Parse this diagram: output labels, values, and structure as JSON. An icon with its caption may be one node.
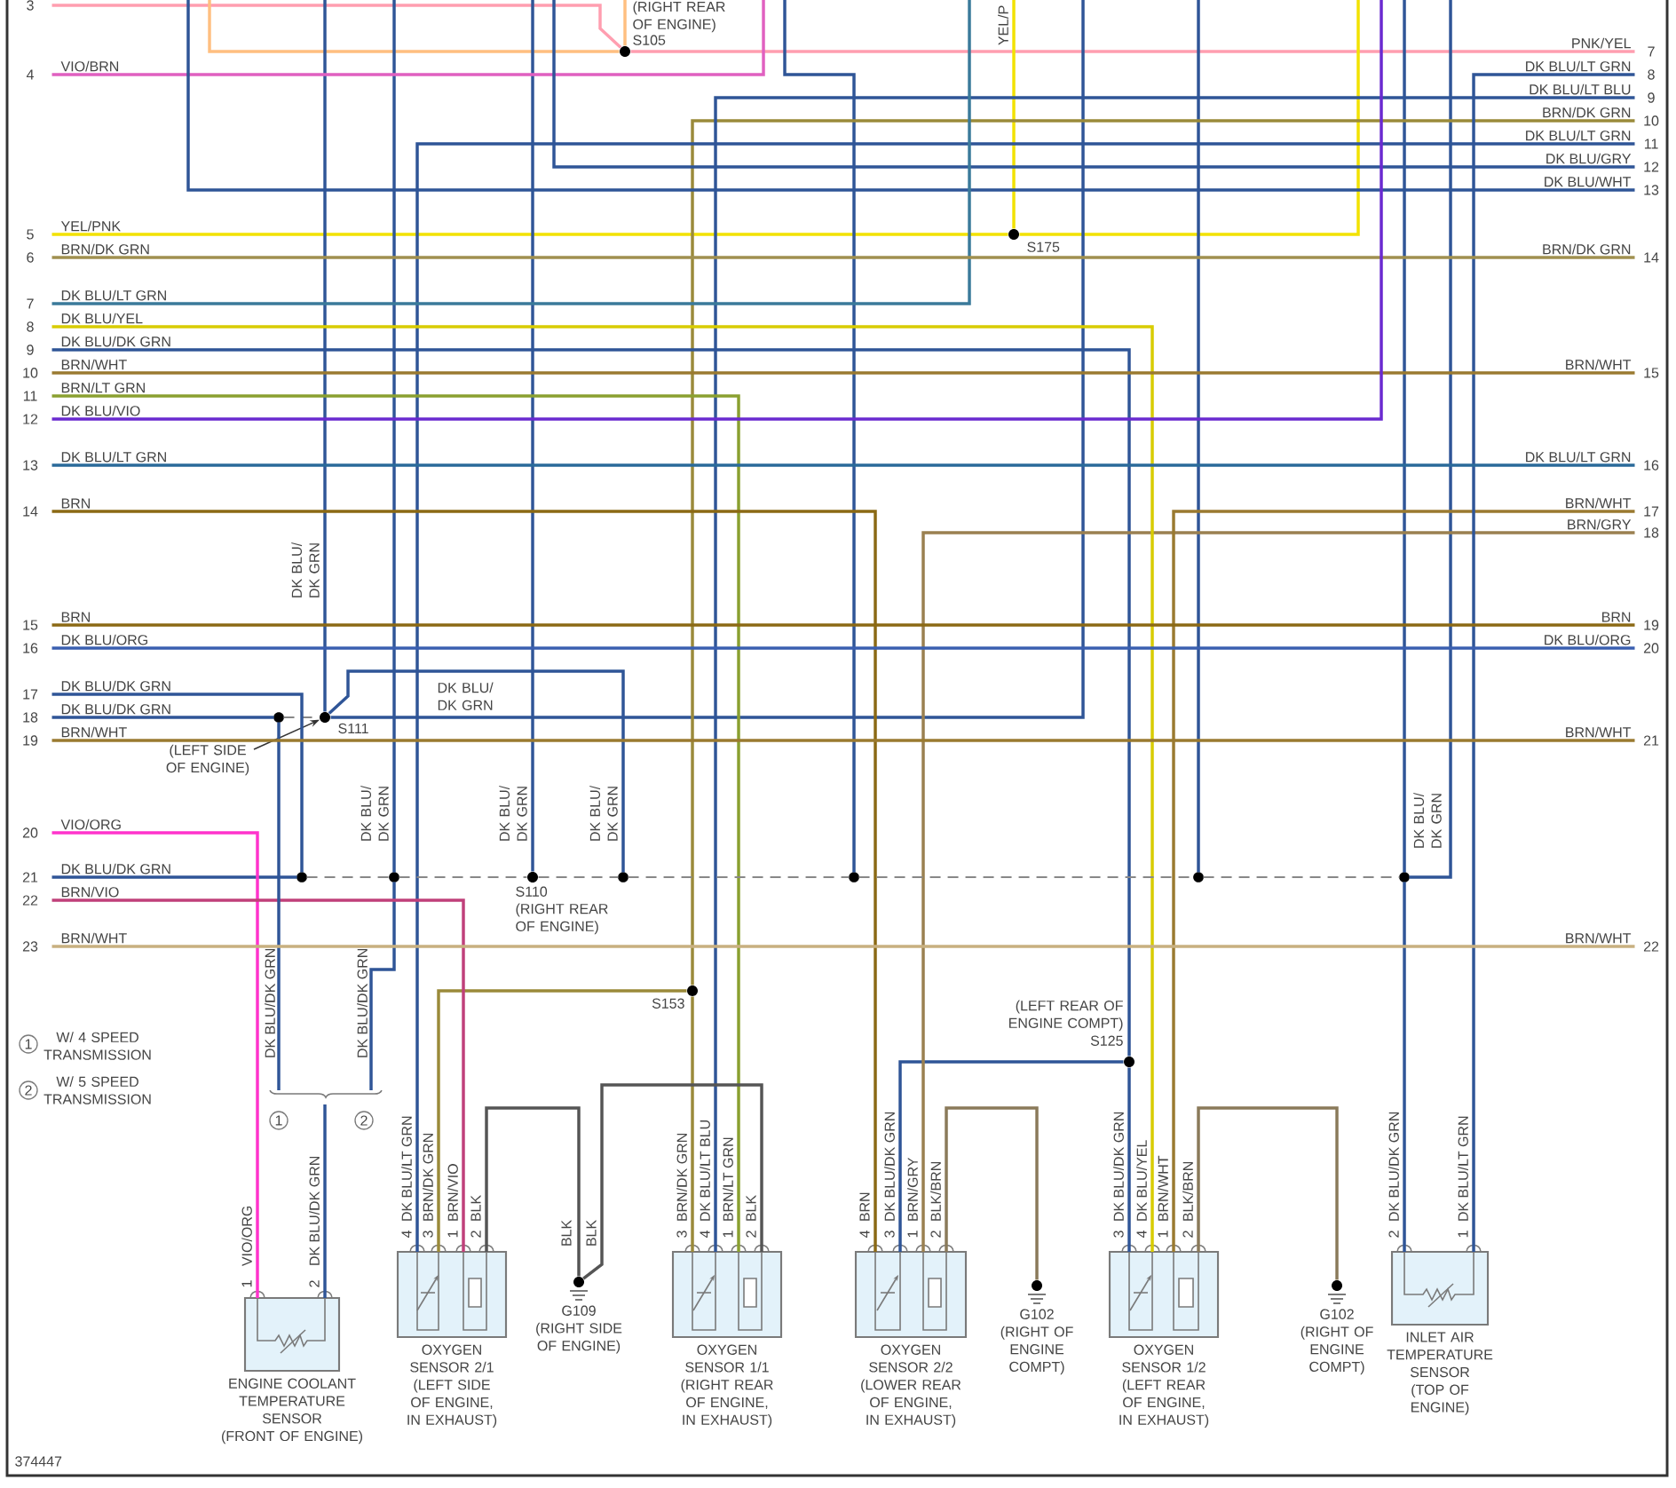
{
  "diagram": {
    "nodes": [
      {
        "text": [
          "(RIGHT REAR OF ENGINE)",
          "S105"
        ]
      },
      {
        "text": [
          "S175"
        ]
      },
      {
        "text": [
          "S111"
        ]
      },
      {
        "text": [
          "(LEFT SIDE OF ENGINE)"
        ]
      },
      {
        "text": [
          "S110",
          "(RIGHT REAR OF ENGINE)"
        ]
      },
      {
        "text": [
          "S153"
        ]
      },
      {
        "text": [
          "(LEFT REAR OF ENGINE COMPT)",
          "S125"
        ]
      },
      {
        "text": [
          "ENGINE COOLANT TEMPERATURE SENSOR",
          "(FRONT OF ENGINE)"
        ]
      },
      {
        "text": [
          "OXYGEN SENSOR 2/1",
          "(LEFT SIDE OF ENGINE, IN EXHAUST)"
        ]
      },
      {
        "text": [
          "G109",
          "(RIGHT SIDE OF ENGINE)"
        ]
      },
      {
        "text": [
          "OXYGEN SENSOR 1/1",
          "(RIGHT REAR OF ENGINE, IN EXHAUST)"
        ]
      },
      {
        "text": [
          "OXYGEN SENSOR 2/2",
          "(LOWER REAR OF ENGINE, IN EXHAUST)"
        ]
      },
      {
        "text": [
          "G102",
          "(RIGHT OF ENGINE COMPT)"
        ]
      },
      {
        "text": [
          "OXYGEN SENSOR 1/2",
          "(LEFT REAR OF ENGINE, IN EXHAUST)"
        ]
      },
      {
        "text": [
          "G102",
          "(RIGHT OF ENGINE COMPT)"
        ]
      },
      {
        "text": [
          "INLET AIR TEMPERATURE SENSOR",
          "(TOP OF ENGINE)"
        ]
      },
      {
        "text": [],
        "shape": "circle"
      },
      {
        "text": [],
        "shape": "bracket"
      },
      {
        "text": [
          "3"
        ]
      },
      {
        "text": [
          "VIO/BRN",
          "4"
        ]
      },
      {
        "text": [
          "YEL/PNK",
          "5"
        ]
      },
      {
        "text": [
          "BRN/DK GRN",
          "6"
        ]
      },
      {
        "text": [
          "DK BLU/LT GRN",
          "7"
        ]
      },
      {
        "text": [
          "DK BLU/YEL",
          "8"
        ]
      },
      {
        "text": [
          "DK BLU/DK GRN",
          "9"
        ]
      },
      {
        "text": [
          "BRN/WHT",
          "10"
        ]
      },
      {
        "text": [
          "BRN/LT GRN",
          "11"
        ]
      },
      {
        "text": [
          "DK BLU/VIO",
          "12"
        ]
      },
      {
        "text": [
          "DK BLU/LT GRN",
          "13"
        ]
      },
      {
        "text": [
          "BRN",
          "14"
        ]
      },
      {
        "text": [
          "BRN",
          "15"
        ]
      },
      {
        "text": [
          "DK BLU/ORG",
          "16"
        ]
      },
      {
        "text": [
          "DK BLU/DK GRN",
          "17"
        ]
      },
      {
        "text": [
          "DK BLU/DK GRN",
          "18"
        ]
      },
      {
        "text": [
          "BRN/WHT",
          "19"
        ]
      },
      {
        "text": [
          "VIO/ORG",
          "20"
        ]
      },
      {
        "text": [
          "DK BLU/DK GRN",
          "21"
        ]
      },
      {
        "text": [
          "BRN/VIO",
          "22"
        ]
      },
      {
        "text": [
          "BRN/WHT",
          "23"
        ]
      },
      {
        "text": [
          "PNK/YEL",
          "7"
        ]
      },
      {
        "text": [
          "DK BLU/LT GRN",
          "8"
        ]
      },
      {
        "text": [
          "DK BLU/LT BLU",
          "9"
        ]
      },
      {
        "text": [
          "BRN/DK GRN",
          "10"
        ]
      },
      {
        "text": [
          "DK BLU/LT GRN",
          "11"
        ]
      },
      {
        "text": [
          "DK BLU/GRY",
          "12"
        ]
      },
      {
        "text": [
          "DK BLU/WHT",
          "13"
        ]
      },
      {
        "text": [
          "BRN/DK GRN",
          "14"
        ]
      },
      {
        "text": [
          "BRN/WHT",
          "15"
        ]
      },
      {
        "text": [
          "DK BLU/LT GRN",
          "16"
        ]
      },
      {
        "text": [
          "BRN/WHT",
          "17"
        ]
      },
      {
        "text": [
          "BRN/GRY",
          "18"
        ]
      },
      {
        "text": [
          "BRN",
          "19"
        ]
      },
      {
        "text": [
          "DK BLU/ORG",
          "20"
        ]
      },
      {
        "text": [
          "BRN/WHT",
          "21"
        ]
      },
      {
        "text": [
          "BRN/WHT",
          "22"
        ]
      },
      {
        "text": [],
        "shape": "circle"
      },
      {
        "text": [],
        "shape": "circle"
      },
      {
        "text": [],
        "shape": "circle"
      },
      {
        "text": [],
        "shape": "circle"
      },
      {
        "text": [],
        "shape": "circle"
      },
      {
        "text": [],
        "shape": "circle"
      }
    ],
    "edges": [
      {
        "from": 18,
        "to": 0,
        "arrow": "none",
        "color": "#ff9eb0"
      },
      {
        "from": null,
        "to": 0,
        "arrow": "none",
        "color": "#ffbf80"
      },
      {
        "from": null,
        "to": 0,
        "arrow": "none",
        "color": "#ffbf80"
      },
      {
        "from": 0,
        "to": 39,
        "arrow": "none",
        "color": "#ff9eb0"
      },
      {
        "from": 20,
        "to": 1,
        "arrow": "none",
        "color": "#f2e200"
      },
      {
        "from": 1,
        "to": null,
        "arrow": "none",
        "color": "#f2e200"
      },
      {
        "from": null,
        "to": 1,
        "arrow": "none",
        "label": "YEL/P",
        "color": "#f2e200"
      },
      {
        "from": 16,
        "to": 2,
        "arrow": "none",
        "style": "dashed",
        "color": "#888888"
      },
      {
        "from": 2,
        "to": null,
        "arrow": "none",
        "label": "DK BLU/ DK GRN"
      },
      {
        "from": 2,
        "to": null,
        "arrow": "none",
        "label": "DK BLU/ DK GRN"
      },
      {
        "from": 3,
        "to": 2,
        "arrow": "to",
        "color": "#333333"
      },
      {
        "from": 2,
        "to": 57,
        "arrow": "none",
        "label": "DK BLU/ DK GRN"
      },
      {
        "from": 32,
        "to": 55,
        "arrow": "none"
      },
      {
        "from": 36,
        "to": 55,
        "arrow": "none"
      },
      {
        "from": null,
        "to": 56,
        "arrow": "none",
        "label": "DK BLU/ DK GRN"
      },
      {
        "from": null,
        "to": 4,
        "arrow": "none",
        "label": "DK BLU/ DK GRN"
      },
      {
        "from": null,
        "to": 58,
        "arrow": "none"
      },
      {
        "from": null,
        "to": 59,
        "arrow": "none"
      },
      {
        "from": null,
        "to": 60,
        "arrow": "none"
      },
      {
        "from": null,
        "to": 60,
        "arrow": "none",
        "label": "DK BLU/ DK GRN"
      },
      {
        "from": 56,
        "to": 17,
        "arrow": "none",
        "label": "DK BLU/DK GRN"
      },
      {
        "from": 60,
        "to": 15,
        "arrow": "none",
        "label": "DK BLU/DK GRN"
      },
      {
        "from": 42,
        "to": 5,
        "arrow": "none",
        "color": "#9a8a3a"
      },
      {
        "from": 5,
        "to": 10,
        "arrow": "none",
        "label": "BRN/DK GRN",
        "color": "#9a8a3a"
      },
      {
        "from": 5,
        "to": 8,
        "arrow": "none",
        "label": "BRN/DK GRN",
        "color": "#9a8a3a"
      },
      {
        "from": 24,
        "to": 6,
        "arrow": "none"
      },
      {
        "from": 6,
        "to": 13,
        "arrow": "none",
        "label": "DK BLU/DK GRN"
      },
      {
        "from": 6,
        "to": 11,
        "arrow": "none",
        "label": "DK BLU/DK GRN"
      },
      {
        "from": 35,
        "to": 7,
        "arrow": "none",
        "label": "VIO/ORG",
        "color": "#ff33cc"
      },
      {
        "from": 17,
        "to": 7,
        "arrow": "none",
        "label": "DK BLU/DK GRN"
      },
      {
        "from": 43,
        "to": 8,
        "arrow": "none",
        "label": "DK BLU/LT GRN"
      },
      {
        "from": 37,
        "to": 8,
        "arrow": "none",
        "label": "BRN/VIO",
        "color": "#c0407a"
      },
      {
        "from": 8,
        "to": 9,
        "arrow": "none",
        "label": "BLK",
        "color": "#555555"
      },
      {
        "from": 41,
        "to": 10,
        "arrow": "none",
        "label": "DK BLU/LT BLU"
      },
      {
        "from": 26,
        "to": 10,
        "arrow": "none",
        "label": "BRN/LT GRN",
        "color": "#8aa030"
      },
      {
        "from": 10,
        "to": 9,
        "arrow": "none",
        "label": "BLK",
        "color": "#555555"
      },
      {
        "from": 29,
        "to": 11,
        "arrow": "none",
        "label": "BRN",
        "color": "#8b6914"
      },
      {
        "from": 50,
        "to": 11,
        "arrow": "none",
        "label": "BRN/GRY",
        "color": "#9a8050"
      },
      {
        "from": 11,
        "to": 12,
        "arrow": "none",
        "label": "BLK/BRN",
        "color": "#8a7a5a"
      },
      {
        "from": 23,
        "to": 13,
        "arrow": "none",
        "label": "DK BLU/YEL",
        "color": "#d8cc00"
      },
      {
        "from": 49,
        "to": 13,
        "arrow": "none",
        "label": "BRN/WHT",
        "color": "#9a7a30"
      },
      {
        "from": 13,
        "to": 14,
        "arrow": "none",
        "label": "BLK/BRN",
        "color": "#8a7a5a"
      },
      {
        "from": 40,
        "to": 15,
        "arrow": "none",
        "label": "DK BLU/LT GRN"
      },
      {
        "from": 33,
        "to": 16,
        "arrow": "none"
      },
      {
        "from": 16,
        "to": 17,
        "arrow": "none",
        "label": "DK BLU/DK GRN"
      },
      {
        "from": 19,
        "to": null,
        "arrow": "none",
        "color": "#e060c0"
      },
      {
        "from": null,
        "to": 45,
        "arrow": "none"
      },
      {
        "from": null,
        "to": 44,
        "arrow": "none"
      },
      {
        "from": null,
        "to": 22,
        "arrow": "none",
        "color": "#3a7a9a"
      },
      {
        "from": 21,
        "to": 46,
        "arrow": "none",
        "color": "#a09050"
      },
      {
        "from": 25,
        "to": 47,
        "arrow": "none",
        "color": "#9a7a30"
      },
      {
        "from": 27,
        "to": null,
        "arrow": "none",
        "color": "#6a2ad0"
      },
      {
        "from": 28,
        "to": 48,
        "arrow": "none",
        "color": "#2a6a9a"
      },
      {
        "from": 30,
        "to": 51,
        "arrow": "none",
        "color": "#8b6914"
      },
      {
        "from": 31,
        "to": 52,
        "arrow": "none",
        "color": "#3a5fb0"
      },
      {
        "from": 34,
        "to": 53,
        "arrow": "none",
        "color": "#9a7a30"
      },
      {
        "from": 38,
        "to": 54,
        "arrow": "none",
        "color": "#c8b080"
      },
      {
        "from": 55,
        "to": 56,
        "arrow": "none",
        "style": "dashed",
        "color": "#888888"
      },
      {
        "from": 56,
        "to": 4,
        "arrow": "none",
        "style": "dashed",
        "color": "#888888"
      },
      {
        "from": 4,
        "to": 57,
        "arrow": "none",
        "style": "dashed",
        "color": "#888888"
      },
      {
        "from": 57,
        "to": 58,
        "arrow": "none",
        "style": "dashed",
        "color": "#888888"
      },
      {
        "from": 58,
        "to": 59,
        "arrow": "none",
        "style": "dashed",
        "color": "#888888"
      },
      {
        "from": 59,
        "to": 60,
        "arrow": "none",
        "style": "dashed",
        "color": "#888888"
      }
    ],
    "labels": [
      "1",
      "W/ 4 SPEED TRANSMISSION",
      "2",
      "W/ 5 SPEED TRANSMISSION",
      "1",
      "2",
      "1",
      "2",
      "4",
      "3",
      "1",
      "2",
      "BLK",
      "BLK",
      "3",
      "4",
      "1",
      "2",
      "4",
      "3",
      "1",
      "2",
      "3",
      "4",
      "1",
      "2",
      "2",
      "1",
      "374447"
    ]
  }
}
